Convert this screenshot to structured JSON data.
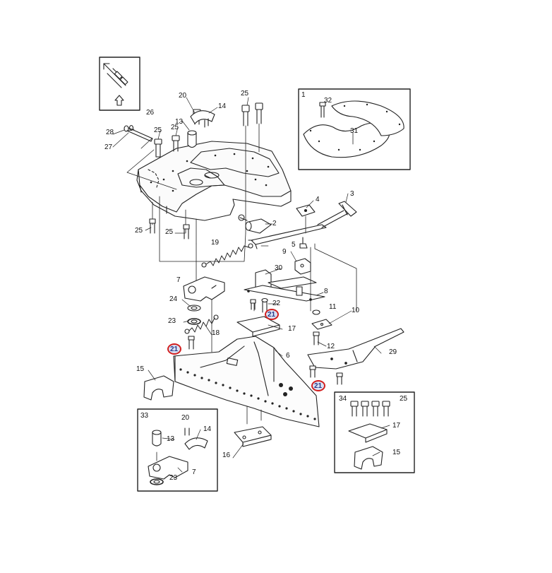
{
  "highlight_color": "#d21f1f",
  "callouts": [
    {
      "id": "c20a",
      "text": "20"
    },
    {
      "id": "c14a",
      "text": "14"
    },
    {
      "id": "c25a",
      "text": "25"
    },
    {
      "id": "c26",
      "text": "26"
    },
    {
      "id": "c13a",
      "text": "13"
    },
    {
      "id": "c28",
      "text": "28"
    },
    {
      "id": "c25b",
      "text": "25"
    },
    {
      "id": "c27",
      "text": "27"
    },
    {
      "id": "c25c",
      "text": "25"
    },
    {
      "id": "c25d",
      "text": "25"
    },
    {
      "id": "c25e",
      "text": "25"
    },
    {
      "id": "c1",
      "text": "1"
    },
    {
      "id": "c32",
      "text": "32"
    },
    {
      "id": "c31",
      "text": "31"
    },
    {
      "id": "c3",
      "text": "3"
    },
    {
      "id": "c4",
      "text": "4"
    },
    {
      "id": "c2",
      "text": "2"
    },
    {
      "id": "c5",
      "text": "5"
    },
    {
      "id": "c19",
      "text": "19"
    },
    {
      "id": "c9",
      "text": "9"
    },
    {
      "id": "c30",
      "text": "30"
    },
    {
      "id": "c7a",
      "text": "7"
    },
    {
      "id": "c8",
      "text": "8"
    },
    {
      "id": "c22",
      "text": "22"
    },
    {
      "id": "c24",
      "text": "24"
    },
    {
      "id": "c11",
      "text": "11"
    },
    {
      "id": "c21a",
      "text": "21"
    },
    {
      "id": "c10",
      "text": "10"
    },
    {
      "id": "c23a",
      "text": "23"
    },
    {
      "id": "c17a",
      "text": "17"
    },
    {
      "id": "c18",
      "text": "18"
    },
    {
      "id": "c12",
      "text": "12"
    },
    {
      "id": "c21b",
      "text": "21"
    },
    {
      "id": "c6",
      "text": "6"
    },
    {
      "id": "c29",
      "text": "29"
    },
    {
      "id": "c15a",
      "text": "15"
    },
    {
      "id": "c21c",
      "text": "21"
    },
    {
      "id": "c34",
      "text": "34"
    },
    {
      "id": "c25f",
      "text": "25"
    },
    {
      "id": "c33",
      "text": "33"
    },
    {
      "id": "c20b",
      "text": "20"
    },
    {
      "id": "c13b",
      "text": "13"
    },
    {
      "id": "c14b",
      "text": "14"
    },
    {
      "id": "c17b",
      "text": "17"
    },
    {
      "id": "c16",
      "text": "16"
    },
    {
      "id": "c7b",
      "text": "7"
    },
    {
      "id": "c15b",
      "text": "15"
    },
    {
      "id": "c23b",
      "text": "23"
    }
  ]
}
